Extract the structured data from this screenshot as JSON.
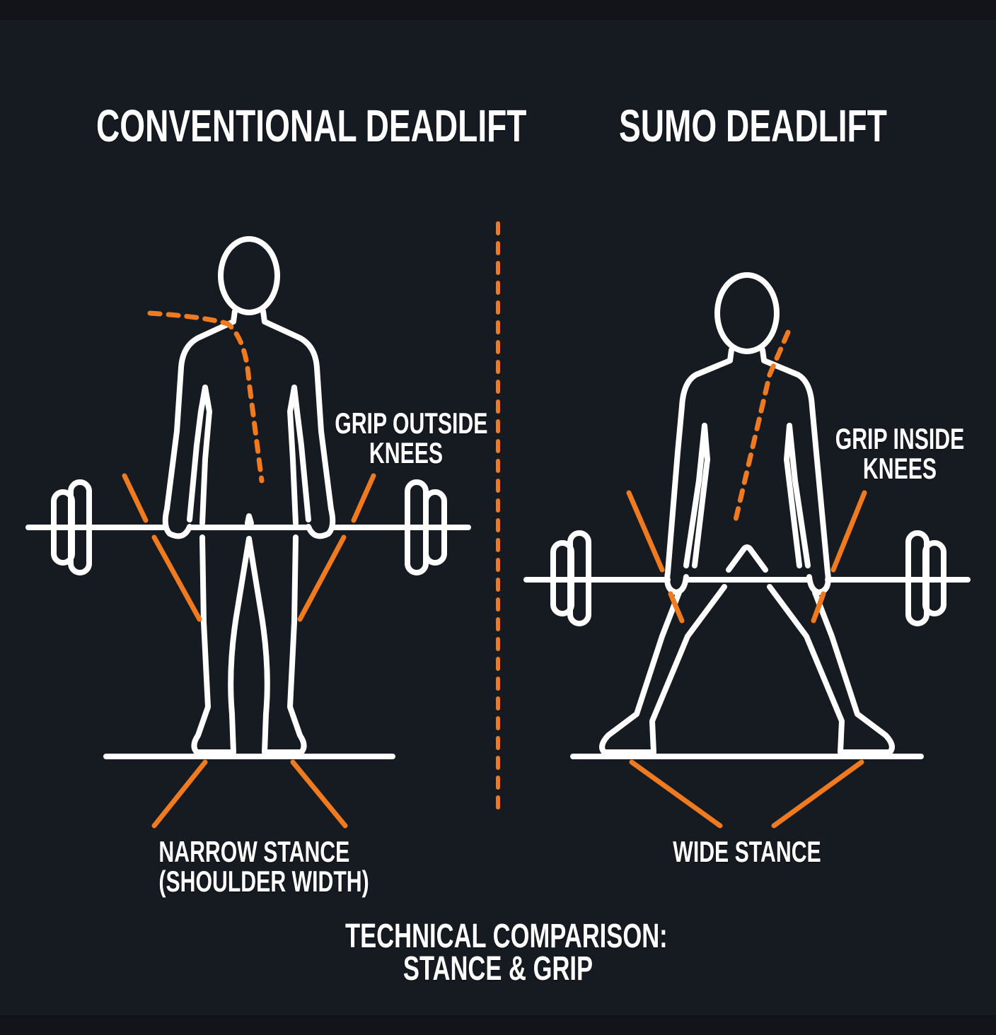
{
  "titles": {
    "left": "CONVENTIONAL DEADLIFT",
    "right": "SUMO DEADLIFT"
  },
  "annotations": {
    "conventional_grip": [
      "GRIP OUTSIDE",
      "KNEES"
    ],
    "conventional_stance": [
      "NARROW STANCE",
      "(SHOULDER WIDTH)"
    ],
    "sumo_grip": [
      "GRIP INSIDE",
      "KNEES"
    ],
    "sumo_stance": [
      "WIDE STANCE"
    ]
  },
  "footer": [
    "TECHNICAL COMPARISON:",
    "STANCE & GRIP"
  ],
  "colors": {
    "background": "#161b22",
    "outline": "#ffffff",
    "accent": "#f07a1f"
  },
  "icons": [
    "conventional-lifter-figure",
    "sumo-lifter-figure",
    "barbell-icon",
    "center-divider"
  ]
}
